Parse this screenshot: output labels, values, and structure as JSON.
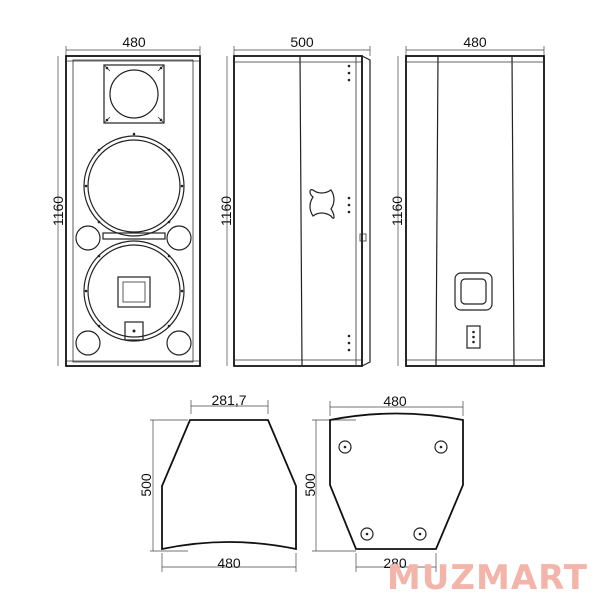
{
  "front_view": {
    "width_label": "480",
    "height_label": "1160"
  },
  "side_view": {
    "width_label": "500",
    "height_label": "1160"
  },
  "rear_view": {
    "width_label": "480",
    "height_label": "1160"
  },
  "top_view": {
    "top_width_label": "281,7",
    "depth_label": "500",
    "bottom_width_label": "480"
  },
  "bottom_view": {
    "width_label": "480",
    "depth_label": "500",
    "foot_spacing_label": "280"
  },
  "watermark": {
    "text": "MUZMART",
    "color": "#f3b4aa"
  }
}
